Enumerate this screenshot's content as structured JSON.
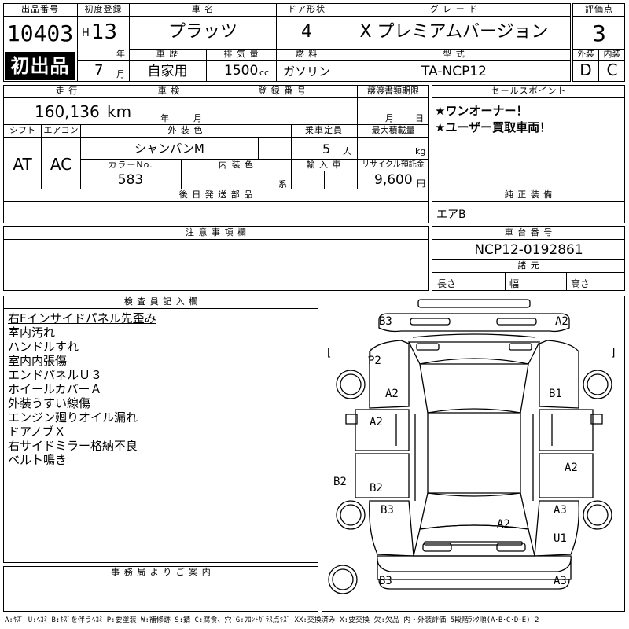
{
  "header_labels": {
    "lot_no": "出品番号",
    "first_reg": "初度登録",
    "car_name": "車 名",
    "door": "ドア形状",
    "grade": "グ レ ー ド",
    "score": "評価点",
    "history": "車 歴",
    "displacement": "排 気 量",
    "fuel": "燃 料",
    "model": "型 式",
    "exterior": "外装",
    "interior": "内装"
  },
  "header": {
    "lot_no": "10403",
    "first_listing": "初出品",
    "era": "H",
    "year": "13",
    "year_unit": "年",
    "month": "7",
    "month_unit": "月",
    "car_name": "プラッツ",
    "doors": "4",
    "grade": "X プレミアムバージョン",
    "score": "3",
    "history": "自家用",
    "displacement": "1500",
    "displacement_unit": "cc",
    "fuel": "ガソリン",
    "model": "TA-NCP12",
    "exterior_grade": "D",
    "interior_grade": "C"
  },
  "row2_labels": {
    "mileage": "走 行",
    "inspection": "車 検",
    "reg_no": "登 録 番 号",
    "transfer": "譲渡書類期限",
    "sales_point": "セールスポイント",
    "shift": "シフト",
    "ac": "エアコン",
    "ext_color": "外 装 色",
    "capacity": "乗車定員",
    "max_load": "最大積載量",
    "color_no": "カラーNo.",
    "int_color": "内 装 色",
    "import": "輸 入 車",
    "recycle": "リサイクル預託金",
    "later_parts": "後 日 発 送 部 品",
    "equipment": "純 正 装 備"
  },
  "row2": {
    "mileage": "160,136",
    "mileage_unit": "km",
    "inspection_year_unit": "年",
    "inspection_month_unit": "月",
    "transfer_month_unit": "月",
    "transfer_day_unit": "日",
    "shift": "AT",
    "ac": "AC",
    "ext_color": "シャンパンM",
    "capacity": "5",
    "capacity_unit": "人",
    "max_load_unit": "kg",
    "color_no": "583",
    "int_color_suffix": "系",
    "recycle": "9,600",
    "recycle_unit": "円",
    "sales_points": [
      "★ワンオーナー！",
      "★ユーザー買取車両！"
    ],
    "equipment": "エアB"
  },
  "notes_label": "注 意 事 項 欄",
  "chassis_label": "車 台 番 号",
  "chassis_no": "NCP12-0192861",
  "dims_label": "諸 元",
  "dims": {
    "length": "長さ",
    "width": "幅",
    "height": "高さ"
  },
  "inspector_label": "検 査 員 記 入 欄",
  "inspector_remarks": [
    "右Fインサイドパネル先歪み",
    "室内汚れ",
    "ハンドルすれ",
    "室内内張傷",
    "エンドパネルＵ３",
    "ホイールカバーＡ",
    "外装うすい線傷",
    "エンジン廻りオイル漏れ",
    "ドアノブＸ",
    "右サイドミラー格納不良",
    "ベルト鳴き"
  ],
  "office_label": "事 務 局 よ り ご 案 内",
  "damage_marks": {
    "front_left": "B3",
    "front_right": "A2",
    "fender_left": "P2",
    "hood_left": "A2",
    "fender_right": "B1",
    "door_front_left": "A2",
    "door_rear_right": "A2",
    "rocker_left": "B2",
    "door_rear_left": "B2",
    "quarter_left": "B3",
    "quarter_right": "A3",
    "trunk": "A2",
    "rear_right": "U1",
    "bumper_rear_left": "B3",
    "bumper_rear_right": "A3",
    "bracket_left_1": "[",
    "bracket_left_2": "]",
    "bracket_right_1": "]"
  },
  "legend": "A:ｷｽﾞ U:ﾍｺﾐ B:ｷｽﾞを伴うﾍｺﾐ P:要塗装 W:補修跡 S:錆 C:腐食、穴 G:ﾌﾛﾝﾄｶﾞﾗｽ点ｷｽﾞ XX:交換済み X:要交換 欠:欠品 内・外装評価 5段階ﾗﾝｸ順(A･B･C･D･E) 2"
}
